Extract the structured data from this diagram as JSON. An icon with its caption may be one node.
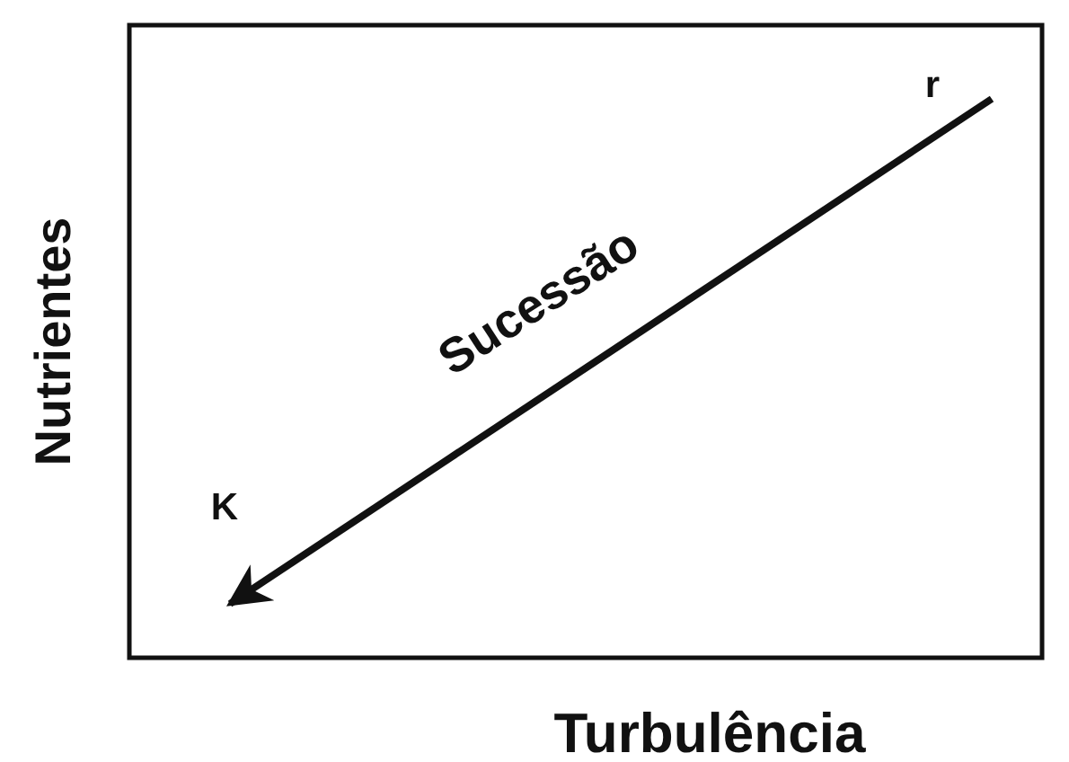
{
  "diagram": {
    "nodes": [
      {
        "text": [
          "r"
        ]
      },
      {
        "text": [
          "K"
        ]
      }
    ],
    "edges": [
      {
        "from": 0,
        "to": 1,
        "arrow": "to",
        "label": "Sucessão"
      }
    ],
    "labels": [
      "Nutrientes",
      "Turbulência"
    ]
  }
}
